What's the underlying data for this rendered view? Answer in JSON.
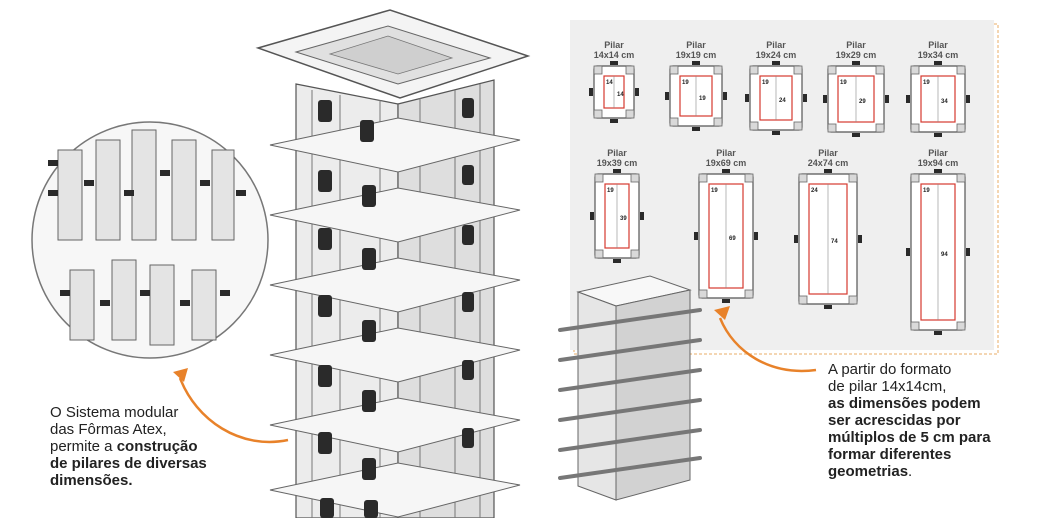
{
  "captions": {
    "left": {
      "line1": "O Sistema modular",
      "line2": "das Fôrmas Atex,",
      "line3_plain": "permite a ",
      "line3_bold": "construção",
      "line4_bold": "de pilares de diversas",
      "line5_bold": "dimensões."
    },
    "right": {
      "line1": "A partir do formato",
      "line2": "de pilar 14x14cm,",
      "line3_bold": "as dimensões podem",
      "line4_bold": "ser acrescidas por",
      "line5_bold": "múltiplos de 5 cm para",
      "line6_bold": "formar diferentes",
      "line7_bold": "geometrias",
      "line7_plain": "."
    }
  },
  "plans": [
    {
      "word": "Pilar",
      "size": "14x14 cm",
      "w": "14",
      "h": "14"
    },
    {
      "word": "Pilar",
      "size": "19x19 cm",
      "w": "19",
      "h": "19"
    },
    {
      "word": "Pilar",
      "size": "19x24 cm",
      "w": "19",
      "h": "24"
    },
    {
      "word": "Pilar",
      "size": "19x29  cm",
      "w": "19",
      "h": "29"
    },
    {
      "word": "Pilar",
      "size": "19x34 cm",
      "w": "19",
      "h": "34"
    },
    {
      "word": "Pilar",
      "size": "19x39 cm",
      "w": "19",
      "h": "39"
    },
    {
      "word": "Pilar",
      "size": "19x69 cm",
      "w": "19",
      "h": "69"
    },
    {
      "word": "Pilar",
      "size": "24x74 cm",
      "w": "24",
      "h": "74"
    },
    {
      "word": "Pilar",
      "size": "19x94 cm",
      "w": "19",
      "h": "94"
    }
  ],
  "colors": {
    "arrow": "#e8822a",
    "panel_bg": "#efefef",
    "panel_border": "#f1c89a",
    "outline_red": "#d63a2f",
    "structure": "#555555",
    "clamp": "#2a2a2a"
  }
}
